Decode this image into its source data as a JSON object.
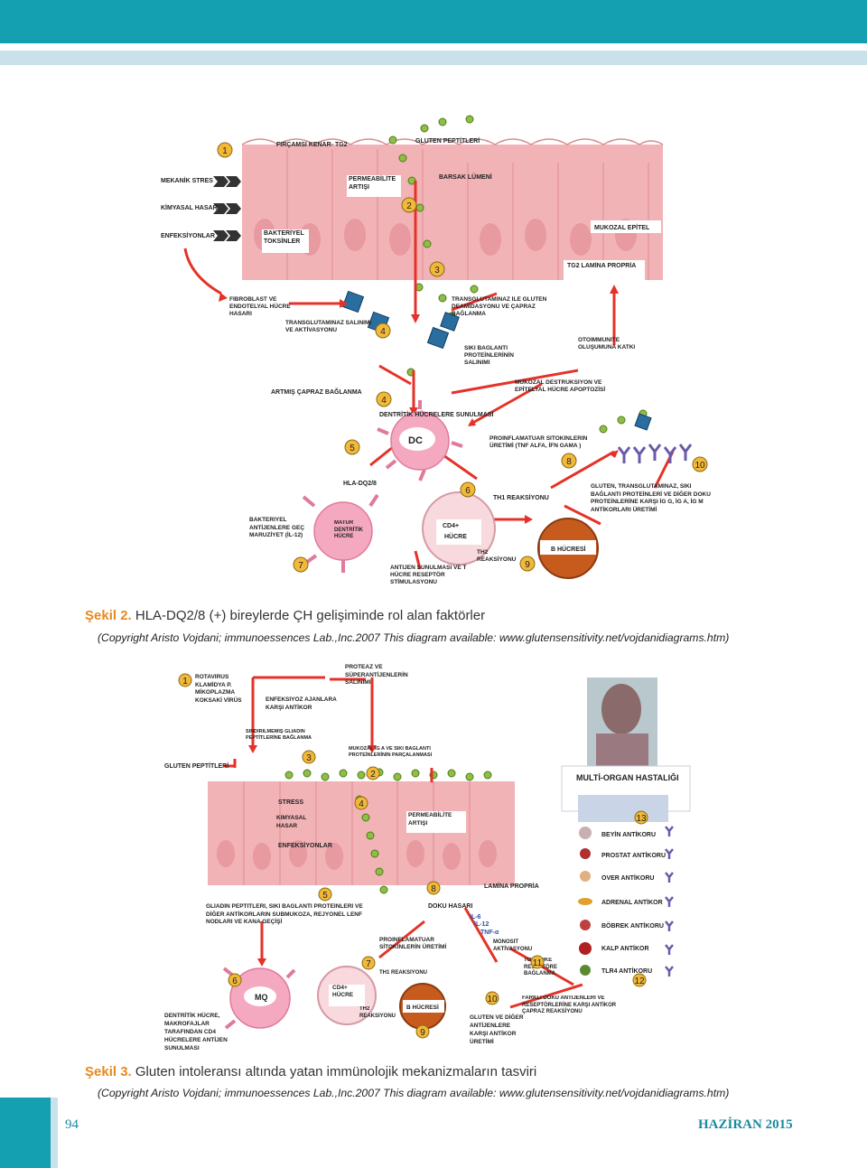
{
  "colors": {
    "accent_teal": "#14a0b1",
    "light_band": "#c9e1ea",
    "caption_orange": "#e8891e",
    "footer_blue": "#1a8aa0",
    "cell_pink": "#f2b3b6",
    "arrow_red": "#e53228"
  },
  "figure1": {
    "labels": {
      "brush_border": "FIRÇAMSI KENAR- TG2",
      "gluten_peptides": "GLUTEN PEPTİTLERİ",
      "mech_stress": "MEKANİK STRES",
      "permeability": "PERMEABİLİTE ARTIŞI",
      "lumen": "BARSAK LÜMENİ",
      "chem_damage": "KİMYASAL HASAR",
      "infections": "ENFEKSİYONLAR",
      "bact_toxins": "BAKTERİYEL TOKSİNLER",
      "mucosal_epi": "MUKOZAL EPİTEL",
      "tg2_lp": "TG2 LAMİNA PROPRİA",
      "fibroblast": "FİBROBLAST VE ENDOTELYAL HÜCRE HASARI",
      "tg_release": "TRANSGLUTAMİNAZ SALINIMI VE AKTİVASYONU",
      "tg_deamid": "TRANSGLUTAMİNAZ İLE GLUTEN DEAMİDASYONU VE ÇAPRAZ BAĞLANMA",
      "tight_junction": "SIKI BAĞLANTI PROTEİNLERİNİN SALINIMI",
      "autoimmune": "OTOİMMÜNİTE OLUŞUMUNA KATKI",
      "increased_crosslink": "ARTMIŞ ÇAPRAZ BAĞLANMA",
      "mucosal_destruction": "MUKOZAL DESTRÜKSİYON VE EPİTELYAL HÜCRE APOPTOZİSİ",
      "dc_presentation": "DENTRİTİK HÜCRELERE SUNULMASI",
      "dc": "DC",
      "proinflam": "PROİNFLAMATUAR SİTOKİNLERİN ÜRETİMİ (TNF ALFA, İFN GAMA )",
      "hla": "HLA-DQ2/8",
      "th1": "TH1 REAKSİYONU",
      "antibodies": "GLUTEN, TRANSGLUTAMİNAZ, SIKI BAĞLANTI PROTEİNLERİ VE DİĞER DOKU PROTEİNLERİNE KARŞI İG G, İG A, İG M ANTİKORLARI ÜRETİMİ",
      "bact_antigens": "BAKTERİYEL ANTİJENLERE GEÇ MARUZİYET (İL-12)",
      "mature_dc": "MATÜR DENTRİTİK HÜCRE",
      "cd4": "CD4+",
      "cell": "HÜCRE",
      "th2": "TH2 REAKSİYONU",
      "b_cell": "B HÜCRESİ",
      "antigen_presentation": "ANTİJEN SUNULMASI VE T HÜCRE RESEPTÖR STİMULASYONU"
    },
    "numbers": [
      "1",
      "2",
      "3",
      "4",
      "4",
      "5",
      "6",
      "7",
      "8",
      "9",
      "10"
    ]
  },
  "caption1": {
    "label": "Şekil 2.",
    "text": "HLA-DQ2/8 (+) bireylerde ÇH gelişiminde rol alan faktörler"
  },
  "source1": "(Copyright Aristo Vojdani; immunoessences Lab.,Inc.2007  This diagram available: www.glutensensitivity.net/vojdanidiagrams.htm)",
  "figure2": {
    "labels": {
      "viruses": "ROTAVİRÜS KLAMİDYA P. MİKOPLAZMA KOKSAKİ VİRÜS",
      "protease": "PROTEAZ VE SÜPERANTİJENLERİN SALINIMI",
      "anti_infect": "ENFEKSİYÖZ AJANLARA KARŞI ANTİKOR",
      "undigested": "SİNDİRİLMEMİŞ GLİADİN PEPTİTLERİNE BAĞLANMA",
      "gluten_peptides": "GLUTEN PEPTİTLERİ",
      "mucosal_iga": "MUKOZAL IG A VE SIKI BAĞLANTI PROTEİNLERİNİN PARÇALANMASI",
      "multi_organ": "MULTİ-ORGAN HASTALIĞI",
      "stress": "STRESS",
      "chem_damage": "KİMYASAL HASAR",
      "infections": "ENFEKSİYONLAR",
      "permeability": "PERMEABİLİTE ARTIŞI",
      "lamina": "LAMİNA PROPRİA",
      "gliadin_transit": "GLİADİN PEPTİTLERİ, SIKI BAĞLANTI PROTEİNLERİ VE DİĞER ANTİKORLARIN SUBMUKOZA, REJYONEL LENF NODLARI VE KANA GEÇİŞİ",
      "tissue_damage": "DOKU HASARI",
      "il6": "IL-6",
      "il12": "IL-12",
      "tnfa": "TNF-α",
      "proinflam": "PROİNFLAMATUAR SİTOKİNLERİN ÜRETİMİ",
      "monocyte": "MONOSİT AKTİVASYONU",
      "toll": "TOLL-LİKE RESEPTÖRE BAĞLANMA",
      "th1": "TH1 REAKSIYONU",
      "mq": "MQ",
      "cd4": "CD4+ HÜCRE",
      "th2": "TH2 REAKSIYONU",
      "b_cell": "B HÜCRESİ",
      "cross_react": "FARKLI DOKU ANTİJENLERİ VE RESEPTÖRLERİNE KARŞI ANTİKOR ÇAPRAZ REAKSİYONU",
      "dc_macro": "DENTRİTİK HÜCRE, MAKROFAJLAR TARAFINDAN CD4 HÜCRELERE ANTİJEN SUNULMASI",
      "gluten_abs": "GLUTEN VE DİĞER ANTİJENLERE KARŞI ANTİKOR ÜRETİMİ"
    },
    "organs": [
      "BEYİN ANTİKORU",
      "PROSTAT ANTİKORU",
      "OVER ANTİKORU",
      "ADRENAL ANTİKOR",
      "BÖBREK ANTİKORU",
      "KALP ANTİKOR",
      "TLR4 ANTİKORU"
    ],
    "numbers": [
      "1",
      "2",
      "3",
      "4",
      "5",
      "6",
      "7",
      "8",
      "9",
      "10",
      "11",
      "12",
      "13"
    ]
  },
  "caption2": {
    "label": "Şekil 3.",
    "text": "Gluten intoleransı altında yatan immünolojik mekanizmaların tasviri"
  },
  "source2": "(Copyright Aristo Vojdani; immunoessences Lab.,Inc.2007  This diagram available: www.glutensensitivity.net/vojdanidiagrams.htm)",
  "footer": {
    "page": "94",
    "issue": "HAZİRAN 2015"
  }
}
